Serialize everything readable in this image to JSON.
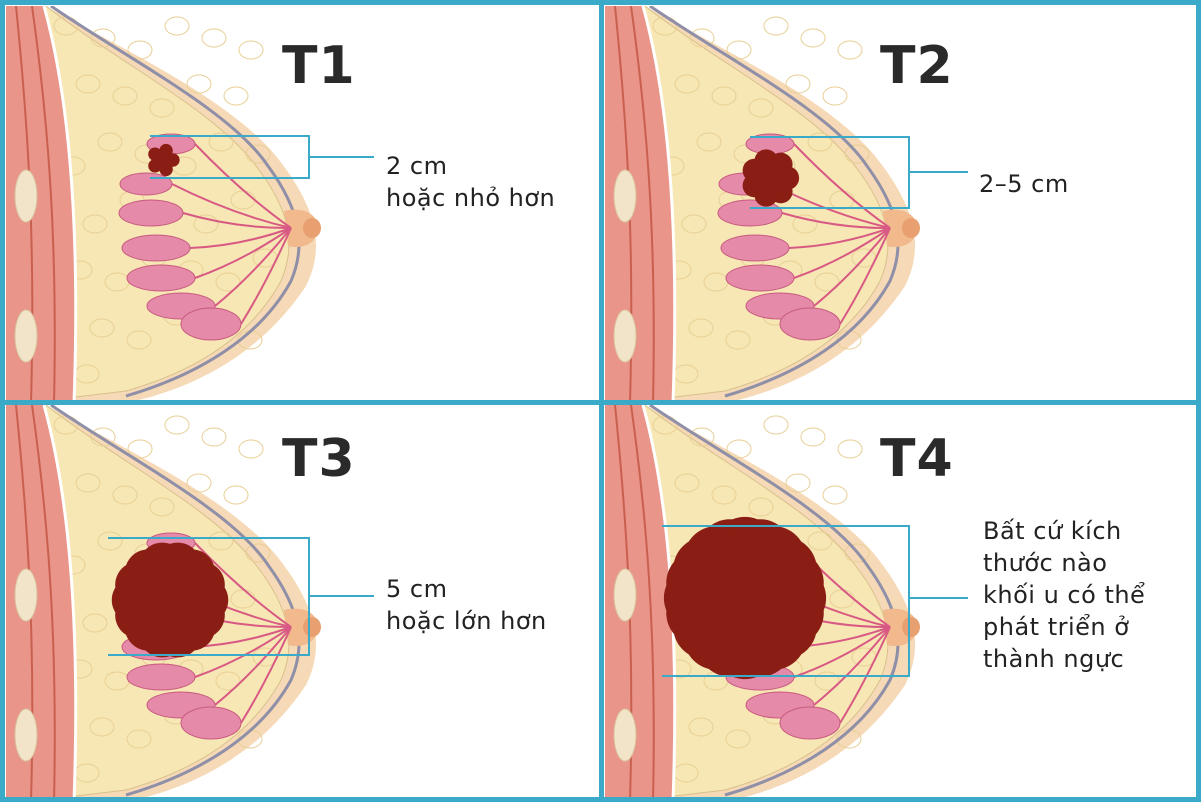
{
  "colors": {
    "border": "#3aaac8",
    "skin": "#f6d9b6",
    "fat": "#f7e7b4",
    "lobule": "#e58aa8",
    "muscle": "#e9958a",
    "tumor": "#8b1e14"
  },
  "panels": [
    {
      "stage": "T1",
      "caption": [
        "2 cm",
        "hoặc nhỏ hơn"
      ]
    },
    {
      "stage": "T2",
      "caption": [
        "2–5 cm"
      ]
    },
    {
      "stage": "T3",
      "caption": [
        "5 cm",
        "hoặc lớn hơn"
      ]
    },
    {
      "stage": "T4",
      "caption": [
        "Bất cứ kích",
        "thước nào",
        "khối u có thể",
        "phát triển ở",
        "thành ngực"
      ]
    }
  ]
}
